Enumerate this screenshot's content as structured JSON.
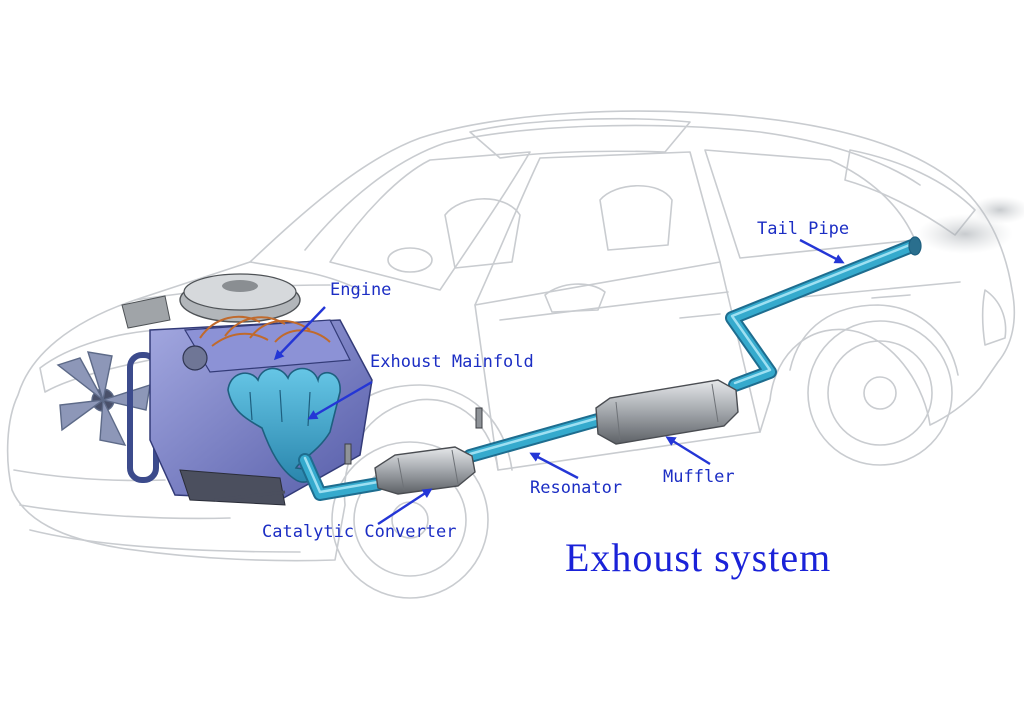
{
  "diagram": {
    "title": "Exhoust system",
    "labels": {
      "engine": "Engine",
      "exhaust_manifold": "Exhoust Mainfold",
      "catalytic_converter": "Catalytic Converter",
      "resonator": "Resonator",
      "muffler": "Muffler",
      "tail_pipe": "Tail Pipe"
    },
    "colors": {
      "label_text": "#1c2ec4",
      "arrow": "#2436d6",
      "pipe": "#35aacd",
      "car_outline": "#c9ccd0",
      "engine_body": "#7f86c8"
    }
  }
}
